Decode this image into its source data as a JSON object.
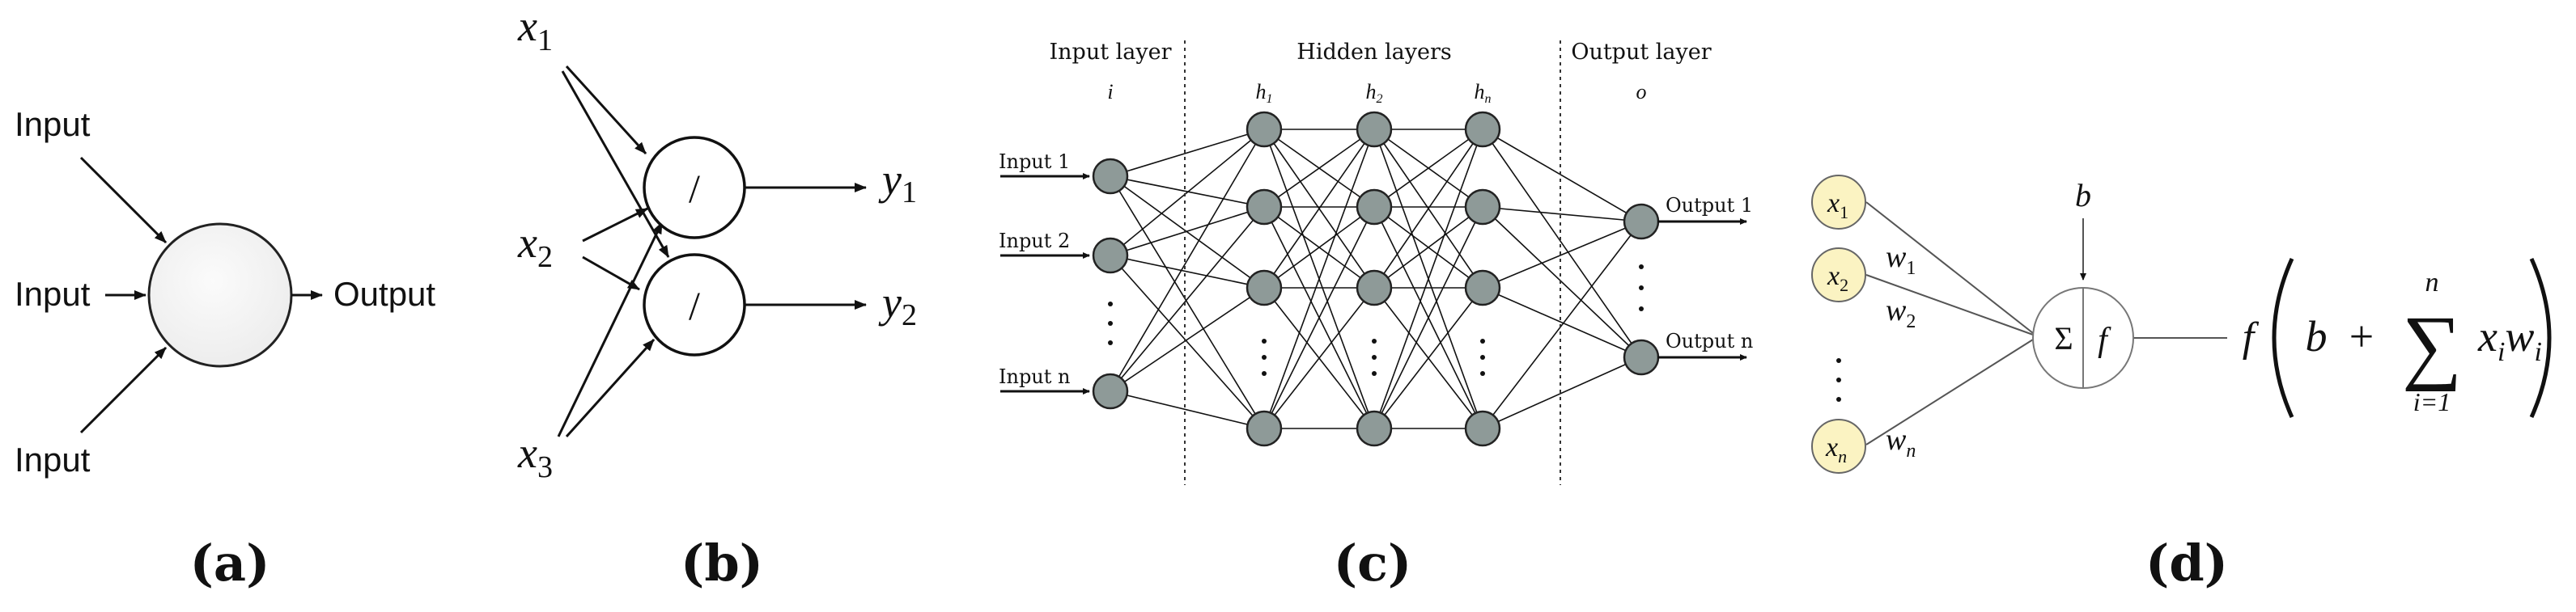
{
  "panels": {
    "a": {
      "caption": "(a)",
      "inputs": [
        "Input",
        "Input",
        "Input"
      ],
      "output": "Output"
    },
    "b": {
      "caption": "(b)",
      "inputs": [
        "x",
        "x",
        "x"
      ],
      "input_subs": [
        "1",
        "2",
        "3"
      ],
      "outputs": [
        "y",
        "y"
      ],
      "output_subs": [
        "1",
        "2"
      ],
      "node_symbol": "/"
    },
    "c": {
      "caption": "(c)",
      "headers": {
        "input": "Input layer",
        "hidden": "Hidden layers",
        "output": "Output layer"
      },
      "sublabels": {
        "input": "i",
        "h1": "h",
        "h1_sub": "1",
        "h2": "h",
        "h2_sub": "2",
        "hn": "h",
        "hn_sub": "n",
        "output": "o"
      },
      "inputs": [
        "Input 1",
        "Input 2",
        "Input n"
      ],
      "outputs": [
        "Output 1",
        "Output n"
      ],
      "node_color": "#8e9a98"
    },
    "d": {
      "caption": "(d)",
      "inputs": [
        "x",
        "x",
        "x"
      ],
      "input_subs": [
        "1",
        "2",
        "n"
      ],
      "weights": [
        "w",
        "w",
        "w"
      ],
      "weight_subs": [
        "1",
        "2",
        "n"
      ],
      "bias": "b",
      "sum_symbol": "Σ",
      "activation": "f",
      "formula": {
        "f": "f",
        "b": "b",
        "plus": "+",
        "sigma": "∑",
        "upper": "n",
        "lower": "i=1",
        "x": "x",
        "x_sub": "i",
        "w": "w",
        "w_sub": "i"
      },
      "input_node_color": "#fbf3c2"
    }
  }
}
